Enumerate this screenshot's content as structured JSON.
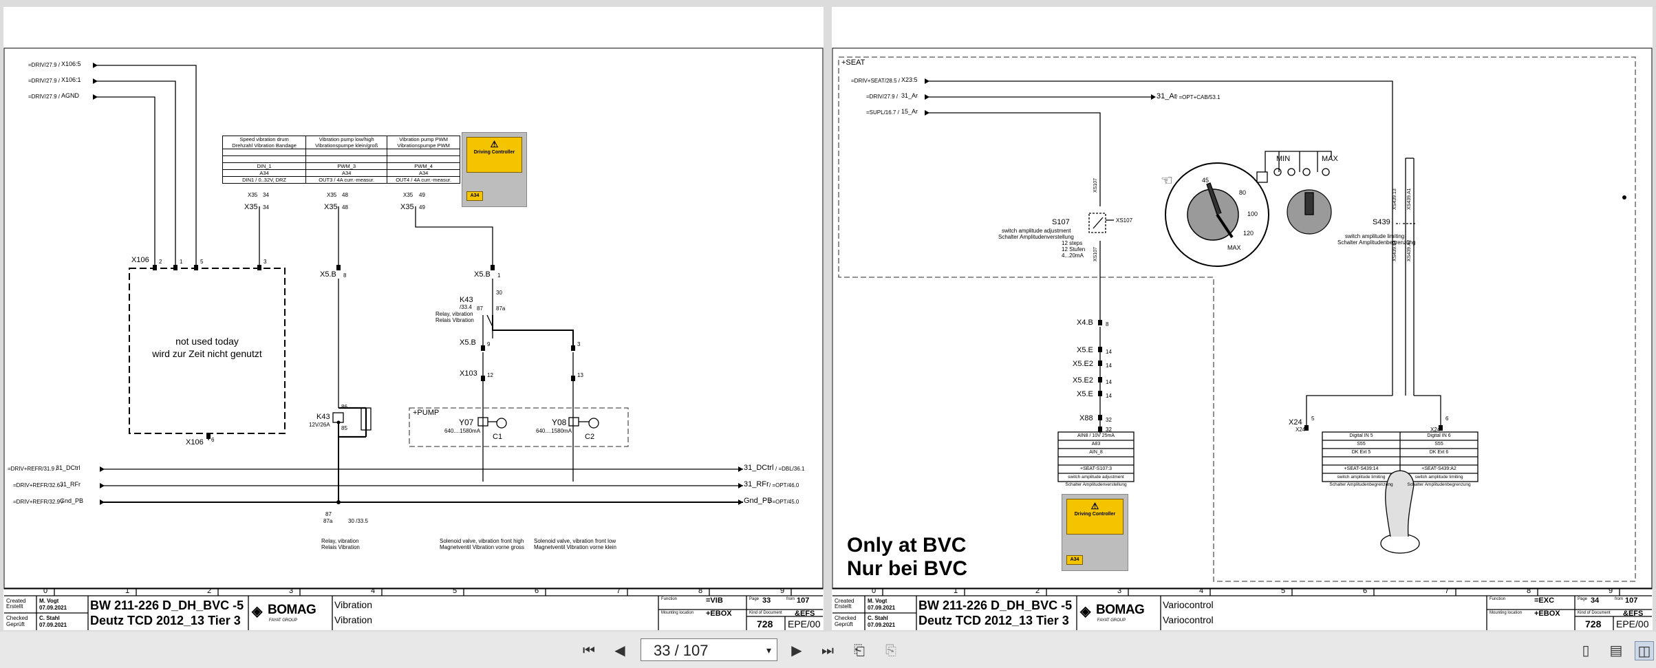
{
  "viewer": {
    "page_indicator": "33 / 107",
    "icons": [
      "first-page-icon",
      "prev-page-icon",
      "next-page-icon",
      "last-page-icon",
      "back-view-icon",
      "forward-view-icon",
      "single-page-view-icon",
      "continuous-view-icon",
      "two-page-view-icon"
    ]
  },
  "left": {
    "refs": {
      "r1": "=DRIV/27.9 /",
      "r1b": "X106:5",
      "r2": "=DRIV/27.9 /",
      "r2b": "X106:1",
      "r3": "=DRIV/27.9 /",
      "r3b": "AGND",
      "b1": "=DRIV+REFR/31.9 /",
      "b1b": "31_DCtrl",
      "b2": "=DRIV+REFR/32.6 /",
      "b2b": "31_RFr",
      "b3": "=DRIV+REFR/32.9 /",
      "b3b": "Gnd_PB",
      "o1": "31_DCtrl",
      "o1b": "/ =DBL/36.1",
      "o2": "31_RFr",
      "o2b": "/ =OPT/46.0",
      "o3": "Gnd_PB",
      "o3b": "/ =OPT/45.0"
    },
    "table": {
      "h1": "Speed vibration drum",
      "h1b": "Drehzahl Vibration Bandage",
      "h2": "Vibration pump low/high",
      "h2b": "Vibrationspumpe klein/groß",
      "h3": "Vibration pump PWM",
      "h3b": "Vibrationspumpe PWM",
      "c1a": "DIN_1",
      "c1b": "A34",
      "c1c": "DIN1    / 0..32V, DRZ",
      "c2a": "PWM_3",
      "c2b": "A34",
      "c2c": "OUT3   / 4A curr.-measur.",
      "c3a": "PWM_4",
      "c3b": "A34",
      "c3c": "OUT4   / 4A curr.-measur."
    },
    "controller": {
      "label": "Driving Controller",
      "tag": "A34"
    },
    "pins": {
      "x35a": "X35",
      "p34": "34",
      "x35b": "X35",
      "p48": "48",
      "x35c": "X35",
      "p49": "49",
      "x35a2": "X35",
      "p34b": "34",
      "x35b2": "X35",
      "p48b": "48",
      "x35c2": "X35",
      "p49b": "49",
      "x106": "X106",
      "n2": "2",
      "n1": "1",
      "n5": "5",
      "n3": "3",
      "x5b1": "X5.B",
      "n8": "8",
      "x5b2": "X5.B",
      "n1b": "1",
      "n30": "30",
      "x5b3": "X5.B",
      "n9": "9",
      "n3b": "3",
      "x103": "X103",
      "n12": "12",
      "n13": "13",
      "x106b": "X106",
      "n6": "6"
    },
    "not_used": "not used today",
    "not_used_de": "wird zur Zeit nicht genutzt",
    "k43_top": "K43",
    "k43_top_ref": "/33.4",
    "k43_top_a": "Relay, vibration",
    "k43_top_b": "Relais Vibration",
    "k43_87": "87",
    "k43_87a": "87a",
    "k43_coil": "K43",
    "k43_coil_v": "12V/26A",
    "k43_86": "86",
    "k43_85": "85",
    "k43_xref": "87",
    "k43_xref2": "87a",
    "k43_xref3": "30 /33.5",
    "k43_bottom_a": "Relay, vibration",
    "k43_bottom_b": "Relais Vibration",
    "pump_box": "+PUMP",
    "y07": "Y07",
    "y07v": "640....1580mA",
    "c1": "C1",
    "y08": "Y08",
    "y08v": "640....1580mA",
    "c2": "C2",
    "y07_a": "Solenoid valve, vibration front high",
    "y07_b": "Magnetventil Vibration vorne gross",
    "y08_a": "Solenoid valve, vibration front low",
    "y08_b": "Magnetventil Vibration vorne klein",
    "grid": [
      "0",
      "1",
      "2",
      "3",
      "4",
      "5",
      "6",
      "7",
      "8",
      "9"
    ],
    "titleblock": {
      "created_lbl": "Created",
      "created_lbl_de": "Erstellt",
      "created_by": "M. Vogt",
      "created_date": "07.09.2021",
      "checked_lbl": "Checked",
      "checked_lbl_de": "Geprüft",
      "checked_by": "C. Stahl",
      "checked_date": "07.09.2021",
      "title1": "BW 211-226 D_DH_BVC -5",
      "title2": "Deutz TCD 2012_13 Tier 3",
      "logo": "BOMAG",
      "logo_sub": "FAYAT GROUP",
      "desc1": "Vibration",
      "desc2": "Vibration",
      "func_lbl": "Function",
      "func_val": "=VIB",
      "mount_lbl": "Mounting location",
      "mount_val": "+EBOX",
      "page_lbl": "Page",
      "page_val": "33",
      "from_lbl": "from",
      "from_val": "107",
      "kind_lbl": "Kind of Document",
      "kind_val": "&EFS",
      "doc_no": "728",
      "doc_ver": "EPE/00"
    }
  },
  "right": {
    "seat": "+SEAT",
    "refs": {
      "r1": "=DRIV+SEAT/28.5 /",
      "r1b": "X23:5",
      "r2": "=DRIV/27.9 /",
      "r2b": "31_Ar",
      "r3": "=SUPL/16.7 /",
      "r3b": "15_Ar",
      "o1": "31_Ar",
      "o1b": "/ =OPT+CAB/53.1"
    },
    "s107": "S107",
    "s107_a": "switch amplitude adjustment",
    "s107_b": "Schalter Amplitudenverstellung",
    "s107_c": "12 steps",
    "s107_d": "12 Stufen",
    "s107_e": "4...20mA",
    "xs107a": "XS107",
    "xs107b": "XS107",
    "xs107c": "XS107",
    "s439": "S439",
    "s439_a": "switch amplitude limiting",
    "s439_b": "Schalter Amplitudenbegrenzung",
    "xs439a": "XS439.13",
    "xs439b": "XS439.A1",
    "xs439c": "XS439.14",
    "xs439d": "XS439.A2",
    "dial": {
      "min": "MIN",
      "max": "MAX",
      "maxc": "MAX",
      "d45": "45",
      "d80": "80",
      "d100": "100",
      "d120": "120"
    },
    "conns": {
      "x4b": "X4.B",
      "n8": "8",
      "x5e1": "X5.E",
      "n14a": "14",
      "x5e2": "X5.E2",
      "n14b": "14",
      "x5e3": "X5.E2",
      "n14c": "14",
      "x5e4": "X5.E",
      "n14d": "14",
      "x88": "X88",
      "n32": "32",
      "n32b": "32",
      "x24": "X24",
      "n5": "5",
      "n6": "6"
    },
    "t1": {
      "a": "AIN8   / 10V 25mA",
      "b": "A83",
      "c": "AIN_8",
      "d": "",
      "e": "+SEAT-S107:3",
      "f": "switch amplitude adjustment",
      "g": "Schalter Amplitudenverstellung"
    },
    "t2": {
      "a": "Digital IN 5",
      "b": "S55",
      "c": "DK Ext 5",
      "d": "",
      "e": "+SEAT-S439:14",
      "f": "switch amplitude limiting",
      "g": "Schalter Amplitudenbegrenzung"
    },
    "t3": {
      "a": "Digital IN 6",
      "b": "S55",
      "c": "DK Ext 6",
      "d": "",
      "e": "+SEAT-S439:A2",
      "f": "switch amplitude limiting",
      "g": "Schalter Amplitudenbegrenzung"
    },
    "x24a": "X24",
    "x24b": "X24",
    "controller": {
      "label": "Driving Controller",
      "tag": "A34"
    },
    "bvc1": "Only at BVC",
    "bvc2": "Nur bei BVC",
    "grid": [
      "0",
      "1",
      "2",
      "3",
      "4",
      "5",
      "6",
      "7",
      "8",
      "9"
    ],
    "titleblock": {
      "created_lbl": "Created",
      "created_lbl_de": "Erstellt",
      "created_by": "M. Vogt",
      "created_date": "07.09.2021",
      "checked_lbl": "Checked",
      "checked_lbl_de": "Geprüft",
      "checked_by": "C. Stahl",
      "checked_date": "07.09.2021",
      "title1": "BW 211-226 D_DH_BVC -5",
      "title2": "Deutz TCD 2012_13 Tier 3",
      "logo": "BOMAG",
      "logo_sub": "FAYAT GROUP",
      "desc1": "Variocontrol",
      "desc2": "Variocontrol",
      "func_lbl": "Function",
      "func_val": "=EXC",
      "mount_lbl": "Mounting location",
      "mount_val": "+EBOX",
      "page_lbl": "Page",
      "page_val": "34",
      "from_lbl": "from",
      "from_val": "107",
      "kind_lbl": "Kind of Document",
      "kind_val": "&EFS",
      "doc_no": "728",
      "doc_ver": "EPE/00"
    }
  }
}
